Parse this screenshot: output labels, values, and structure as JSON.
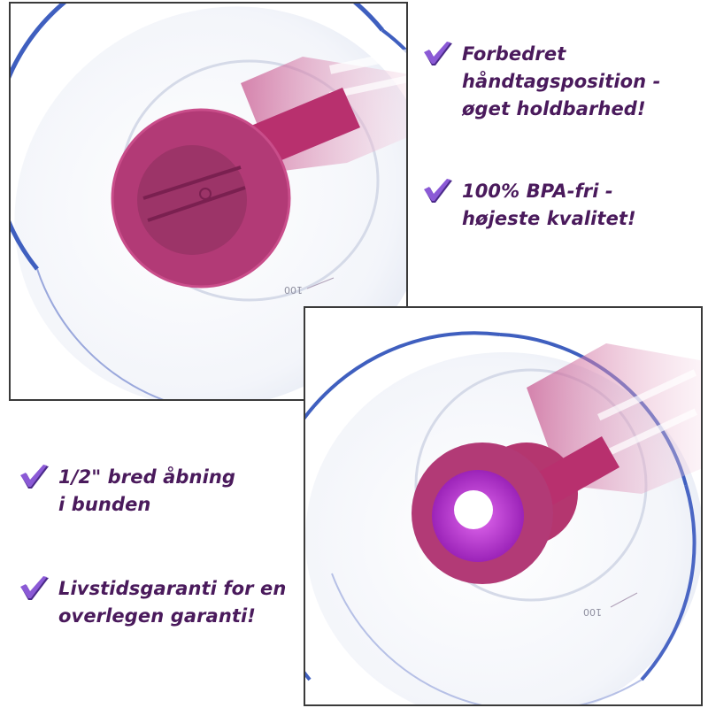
{
  "colors": {
    "text": "#4a1a5c",
    "check": "#7a4cc4",
    "check_dark": "#4b2a8a",
    "frame_border": "#3a3a3a",
    "rim_blue": "#3f5fbf",
    "cap_magenta": "#b8306e",
    "cap_inner_violet": "#c235d8"
  },
  "features": [
    {
      "icon": "checkmark-icon",
      "text": "Forbedret\nhåndtagsposition -\nøget holdbarhed!"
    },
    {
      "icon": "checkmark-icon",
      "text": "100% BPA-fri -\nhøjeste kvalitet!"
    },
    {
      "icon": "checkmark-icon",
      "text": "1/2\" bred åbning\ni bunden"
    },
    {
      "icon": "checkmark-icon",
      "text": "Livstidsgaranti for en\noverlegen garanti!"
    }
  ],
  "photos": [
    {
      "subject": "bottle-bottom-cap-closed",
      "scale_marking": "100"
    },
    {
      "subject": "bottle-bottom-cap-open",
      "scale_marking": "100"
    }
  ]
}
